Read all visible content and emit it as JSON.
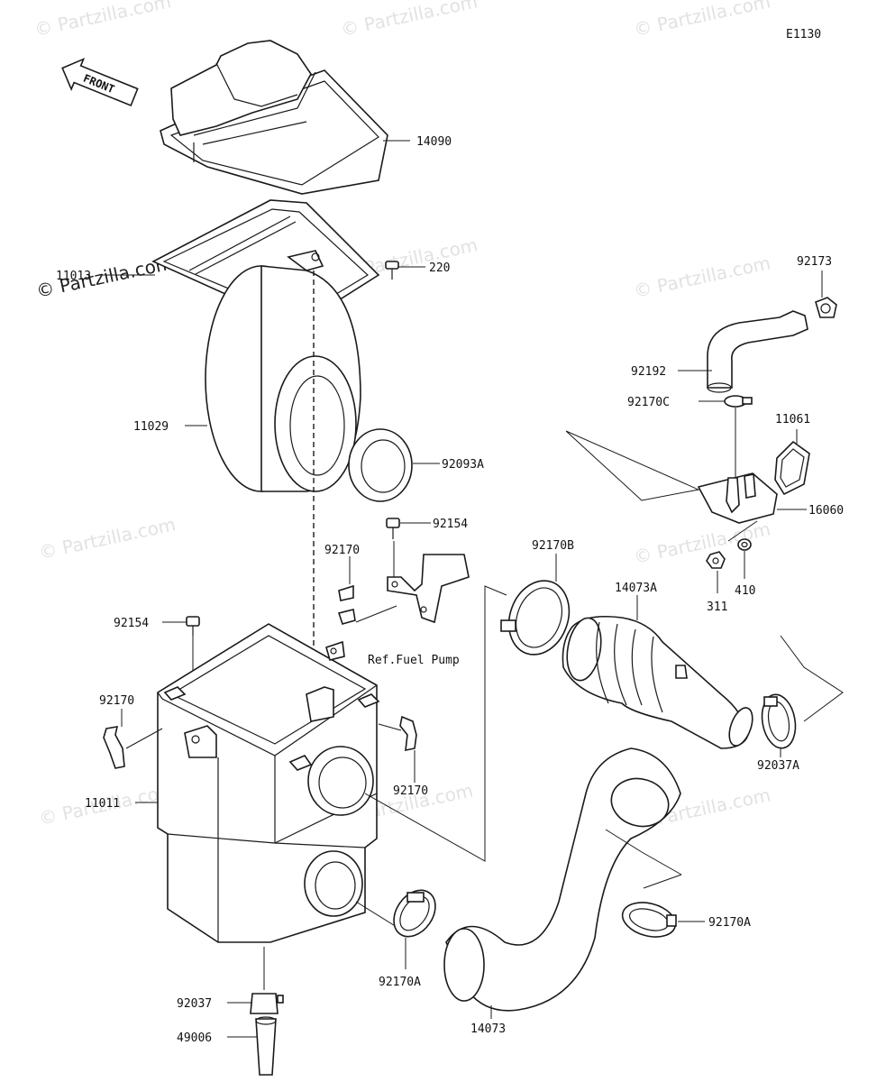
{
  "diagram": {
    "code": "E1130",
    "front_label": "FRONT",
    "ref_note": "Ref.Fuel Pump",
    "watermark": "© Partzilla.com",
    "labels": {
      "p14090": "14090",
      "p11013": "11013",
      "p220": "220",
      "p11029": "11029",
      "p92093A": "92093A",
      "p92154a": "92154",
      "p92154b": "92154",
      "p92170a": "92170",
      "p92170b": "92170",
      "p92170c": "92170",
      "p11011": "11011",
      "p92037": "92037",
      "p49006": "49006",
      "p92170A_left": "92170A",
      "p14073": "14073",
      "p92170A_right": "92170A",
      "p92170B": "92170B",
      "p14073A": "14073A",
      "p92037A": "92037A",
      "p92173": "92173",
      "p92192": "92192",
      "p92170C": "92170C",
      "p11061": "11061",
      "p16060": "16060",
      "p311": "311",
      "p410": "410"
    }
  }
}
